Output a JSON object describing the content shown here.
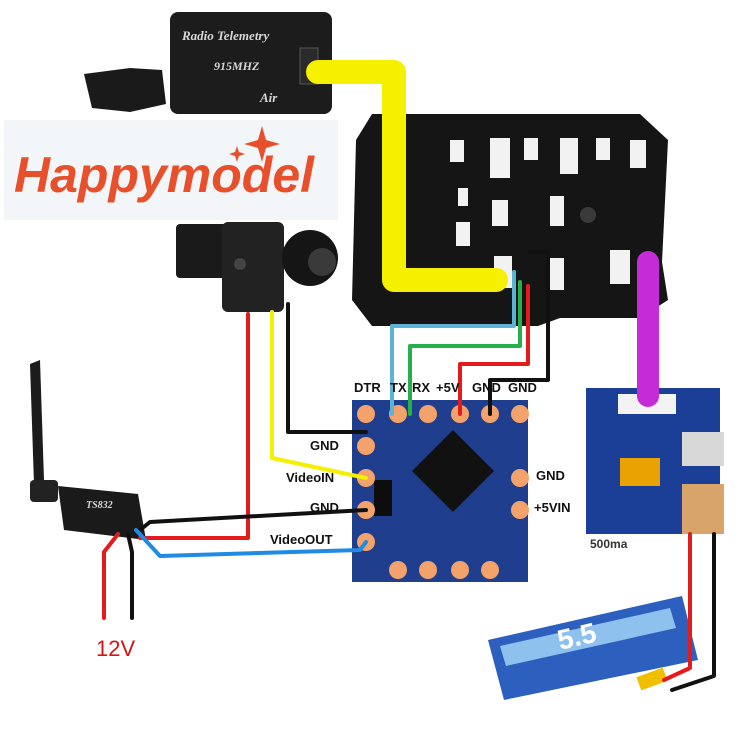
{
  "brand": {
    "name": "Happymodel"
  },
  "telemetry_module": {
    "line1": "Radio Telemetry",
    "line2": "915MHZ",
    "line3": "Air"
  },
  "osd_board": {
    "top_pins": [
      "DTR",
      "TX",
      "RX",
      "+5V",
      "GND",
      "GND"
    ],
    "left_pins": [
      "GND",
      "VideoIN",
      "GND",
      "VideoOUT"
    ],
    "right_pins": [
      "GND",
      "+5VIN"
    ]
  },
  "vtx": {
    "model": "TS832"
  },
  "power": {
    "voltage_label": "12V",
    "regulator_partial_label": "500ma"
  },
  "battery": {
    "label": "5.5"
  },
  "colors": {
    "yellow_wire": "#f4f000",
    "magenta_wire": "#c62bd8",
    "cyan_wire": "#5ab4d6",
    "green_wire": "#25b04a",
    "red_wire": "#e41b1b",
    "black_wire": "#111111",
    "blue_wire": "#1f8be3",
    "brand_orange": "#e8502c"
  }
}
